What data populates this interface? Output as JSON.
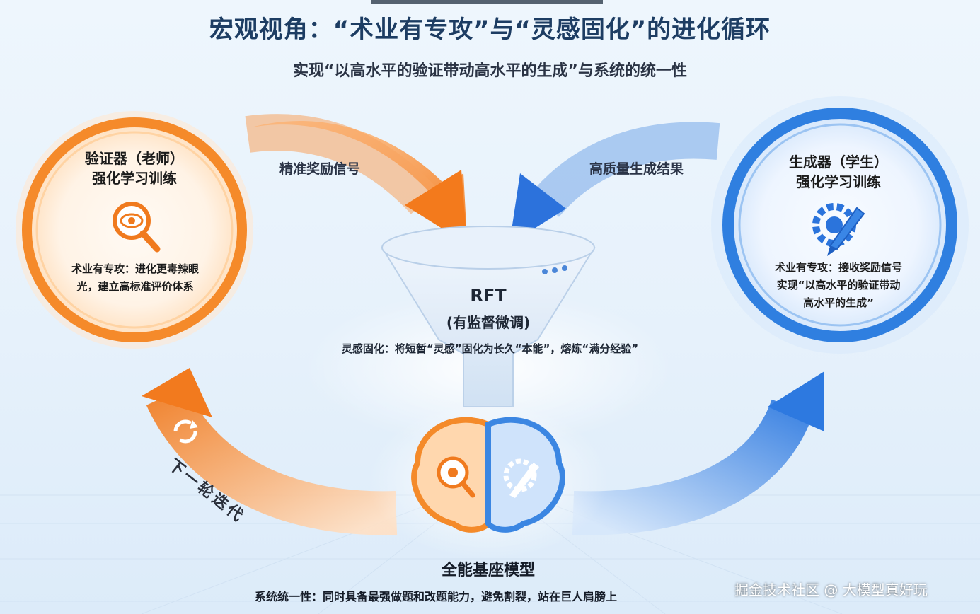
{
  "title": "宏观视角：“术业有专攻”与“灵感固化”的进化循环",
  "subtitle": "实现“以高水平的验证带动高水平的生成”与系统的统一性",
  "verifier": {
    "title_line1": "验证器（老师）",
    "title_line2": "强化学习训练",
    "desc_line1": "术业有专攻：进化更毒辣眼",
    "desc_line2": "光，建立高标准评价体系",
    "icon": "magnifier-eye-icon",
    "color": "#f28a2e"
  },
  "generator": {
    "title_line1": "生成器（学生）",
    "title_line2": "强化学习训练",
    "desc_line1": "术业有专攻：接收奖励信号",
    "desc_line2": "实现“以高水平的验证带动",
    "desc_line3": "高水平的生成”",
    "icon": "gear-pencil-icon",
    "color": "#2f7fe0"
  },
  "arrows": {
    "reward_signal": "精准奖励信号",
    "quality_output": "高质量生成结果",
    "next_iteration": "下一轮迭代"
  },
  "rft": {
    "title": "RFT",
    "subtitle": "(有监督微调)",
    "desc": "灵感固化：将短暂“灵感”固化为长久“本能”，熔炼“满分经验”",
    "icon": "funnel-icon"
  },
  "base_model": {
    "title": "全能基座模型",
    "desc": "系统统一性：同时具备最强做题和改题能力，避免割裂，站在巨人肩膀上",
    "icon": "brain-icon"
  },
  "watermark": "掘金技术社区 @ 大模型真好玩"
}
